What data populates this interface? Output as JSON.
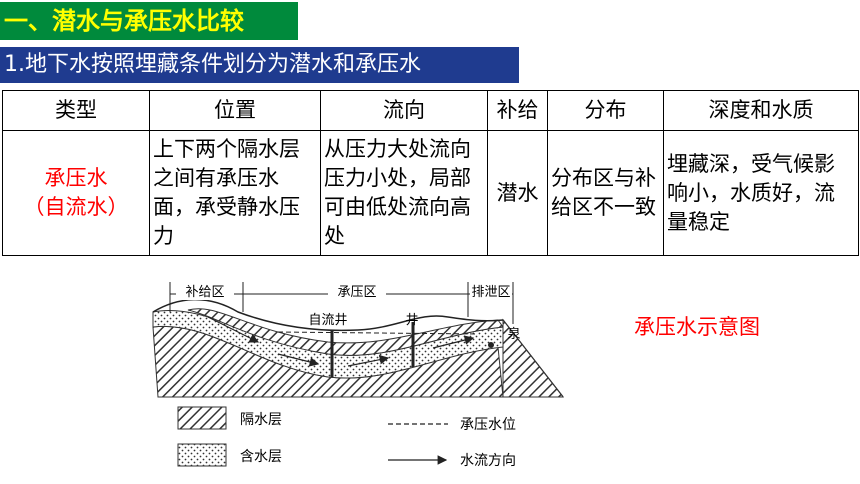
{
  "heading": "一、潜水与承压水比较",
  "subheading": "1.地下水按照埋藏条件划分为潜水和承压水",
  "table": {
    "headers": [
      "类型",
      "位置",
      "流向",
      "补给",
      "分布",
      "深度和水质"
    ],
    "row": {
      "type_line1": "承压水",
      "type_line2": "（自流水）",
      "position": "上下两个隔水层之间有承压水面，承受静水压力",
      "flow": "从压力大处流向压力小处，局部可由低处流向高处",
      "recharge": "潜水",
      "distribution": "分布区与补给区不一致",
      "depth_quality": "埋藏深，受气候影响小，水质好，流量稳定"
    }
  },
  "diagram": {
    "zone_recharge": "补给区",
    "zone_pressure": "承压区",
    "zone_discharge": "排泄区",
    "artesian_well": "自流井",
    "well": "井",
    "spring": "泉",
    "legend": {
      "aquiclude": "隔水层",
      "aquifer": "含水层",
      "pressure_level": "承压水位",
      "flow_direction": "水流方向"
    }
  },
  "caption": "承压水示意图",
  "colors": {
    "heading_bg": "#008a3c",
    "heading_text": "#ffff00",
    "subheading_bg": "#1f3b8f",
    "highlight": "#ff0000"
  }
}
